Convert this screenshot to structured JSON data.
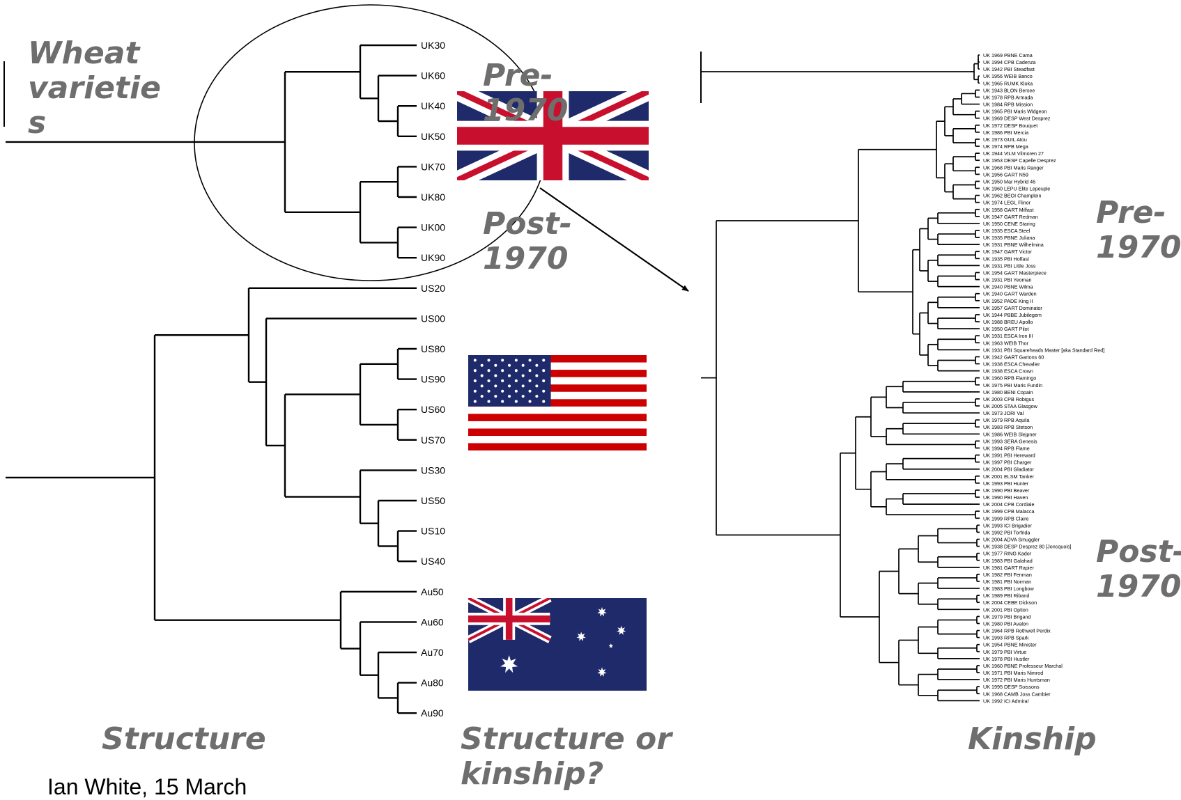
{
  "labels": {
    "title_line1": "Wheat",
    "title_line2": "varietie",
    "title_line3": "s",
    "pre1970_left_l1": "Pre-",
    "pre1970_left_l2": "1970",
    "post1970_left_l1": "Post-",
    "post1970_left_l2": "1970",
    "pre1970_right_l1": "Pre-",
    "pre1970_right_l2": "1970",
    "post1970_right_l1": "Post-",
    "post1970_right_l2": "1970",
    "structure": "Structure",
    "structure_or_kinship_l1": "Structure or",
    "structure_or_kinship_l2": "kinship?",
    "kinship": "Kinship",
    "author": "Ian White, 15 March"
  },
  "flags": [
    {
      "name": "uk-flag",
      "country": "United Kingdom"
    },
    {
      "name": "us-flag",
      "country": "United States"
    },
    {
      "name": "australia-flag",
      "country": "Australia"
    }
  ],
  "structure_tree": {
    "uk_leaves": [
      "UK30",
      "UK60",
      "UK40",
      "UK50",
      "UK70",
      "UK80",
      "UK00",
      "UK90"
    ],
    "us_leaves": [
      "US20",
      "US00",
      "US80",
      "US90",
      "US60",
      "US70",
      "US30",
      "US50",
      "US10",
      "US40"
    ],
    "au_leaves": [
      "Au50",
      "Au60",
      "Au70",
      "Au80",
      "Au90"
    ]
  },
  "kinship_tree": {
    "leaves": [
      "UK 1969 PBNE Cama",
      "UK 1994 CPB  Cadenza",
      "UK 1942 PBI  Steadfast",
      "UK 1956 WEIB Banco",
      "UK 1965 RUMK Kloka",
      "UK 1943 BLON Bersee",
      "UK 1978 RPB  Armada",
      "UK 1984 RPB  Mission",
      "UK 1965 PBI  Maris Widgeon",
      "UK 1969 DESP West Desprez",
      "UK 1972 DESP Bouquet",
      "UK 1986 PBI  Mercia",
      "UK 1973 GUIL Atou",
      "UK 1974 RPB  Mega",
      "UK 1944 VILM Vilmoren 27",
      "UK 1953 DESP Capelle Desprez",
      "UK 1968 PBI  Maris Ranger",
      "UK 1956 GART N59",
      "UK 1950 Mar Hybrid 46",
      "UK 1960 LEPU Elite Lepeuple",
      "UK 1962 BEOI Champlein",
      "UK 1974 LEGL Flinor",
      "UK 1958 GART Milfast",
      "UK 1947 GART Redman",
      "UK 1950 CENE Staring",
      "UK 1935 ESCA Steel",
      "UK 1935 PBNE Juliana",
      "UK 1931 PBNE Wilhelmina",
      "UK 1947 GART Victor",
      "UK 1935 PBI  Holfast",
      "UK 1931 PBI  Little Joss",
      "UK 1954 GART Masterpiece",
      "UK 1931 PBI  Yeoman",
      "UK 1940 PBNE Wilma",
      "UK 1940 GART Warden",
      "UK 1952 PADE King II",
      "UK 1957 GART Dominator",
      "UK 1944 PBBE Jubilegem",
      "UK 1988 BREU Apollo",
      "UK 1950 GART Pilot",
      "UK 1931 ESCA Iron III",
      "UK 1963 WEIB Thor",
      "UK 1931 PBI  Squareheads Master [aka Standard Red]",
      "UK 1942 GART Gartons 60",
      "UK 1938 ESCA Chevalier",
      "UK 1938 ESCA Crown",
      "UK 1960 RPB  Flamingo",
      "UK 1975 PBI  Maris Fundin",
      "UK 1980 BENI Copain",
      "UK 2003 CPB  Robigus",
      "UK 2005 STAA Glasgow",
      "UK 1973 JORI Val",
      "UK 1979 RPB  Aquila",
      "UK 1983 RPB  Stetson",
      "UK 1986 WEIB Slejpner",
      "UK 1993 SERA Genesis",
      "UK 1994 RPB  Flame",
      "UK 1991 PBI  Hereward",
      "UK 1997 PBI  Charger",
      "UK 2004 PBI  Gladiator",
      "UK 2001 ELSM Tanker",
      "UK 1993 PBI  Hunter",
      "UK 1990 PBI  Beaver",
      "UK 1990 PBI  Haven",
      "UK 2004 CPB Cordiale",
      "UK 1999 CPB  Malacca",
      "UK 1999 RPB  Claire",
      "UK 1993 ICI  Brigadier",
      "UK 1992 PBI  Torfrida",
      "UK 2004 ADVA Smuggler",
      "UK 1938 DESP Desprez 80 [Joncquois]",
      "UK 1977 RING Kador",
      "UK 1983 PBI  Galahad",
      "UK 1981 GART Rapier",
      "UK 1982 PBI  Fenman",
      "UK 1981 PBI  Norman",
      "UK 1983 PBI  Longbow",
      "UK 1989 PBI  Riband",
      "UK 2004 CEBE Dickson",
      "UK 2001 PBI  Option",
      "UK 1979 PBI  Brigand",
      "UK 1980 PBI  Avalon",
      "UK 1964 RPB  Rothwell Perdix",
      "UK 1993 RPB  Spark",
      "UK 1954 PBNE Minister",
      "UK 1979 PBI  Virtue",
      "UK 1978 PBI  Hustler",
      "UK 1960 PBNE Professeur Marchal",
      "UK 1971 PBI  Maris Nimrod",
      "UK 1972 PBI  Maris Huntsman",
      "UK 1995 DESP Soissons",
      "UK 1968 CAMB Joss Cambier",
      "UK 1992 ICI  Admiral"
    ]
  }
}
